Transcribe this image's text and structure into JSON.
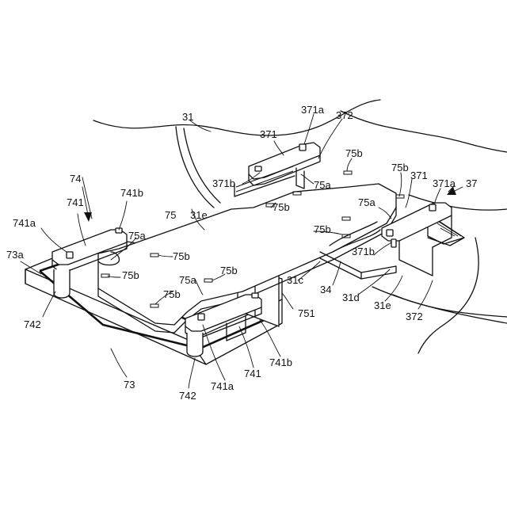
{
  "labels": {
    "l_31": "31",
    "l_371_top": "371",
    "l_371a_top": "371a",
    "l_372_top": "372",
    "l_371b_top": "371b",
    "l_75a_top": "75a",
    "l_75b_top1": "75b",
    "l_75b_top2": "75b",
    "l_371_right": "371",
    "l_371a_right": "371a",
    "l_37": "37",
    "l_75b_mid": "75b",
    "l_75a_right": "75a",
    "l_74": "74",
    "l_741_left": "741",
    "l_741b_left": "741b",
    "l_75": "75",
    "l_31e_left": "31e",
    "l_741a_left": "741a",
    "l_75a_left": "75a",
    "l_73a": "73a",
    "l_75b_l1": "75b",
    "l_75b_right": "75b",
    "l_371b_right": "371b",
    "l_75b_c1": "75b",
    "l_75b_c2": "75b",
    "l_31c": "31c",
    "l_34": "34",
    "l_31d": "31d",
    "l_31e_right": "31e",
    "l_75a_bottom": "75a",
    "l_75b_bottom": "75b",
    "l_742_left": "742",
    "l_751": "751",
    "l_372_bottom": "372",
    "l_741b_bottom": "741b",
    "l_73": "73",
    "l_742_bottom": "742",
    "l_741a_bottom": "741a",
    "l_741_bottom": "741"
  }
}
